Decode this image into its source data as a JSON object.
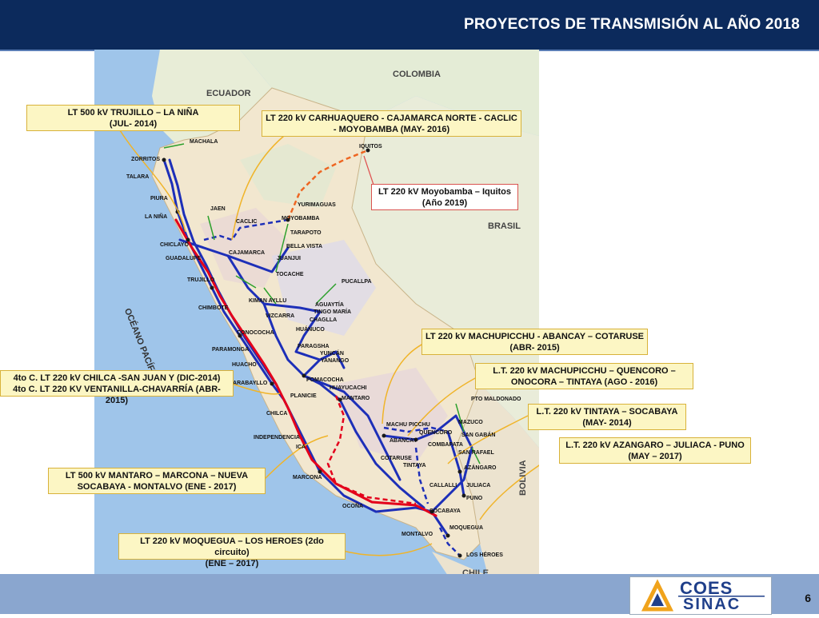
{
  "header": {
    "title": "PROYECTOS DE TRANSMISIÓN AL AÑO 2018"
  },
  "page_number": "6",
  "logo": {
    "line1": "COES",
    "line2": "SINAC"
  },
  "countries": {
    "colombia": "COLOMBIA",
    "ecuador": "ECUADOR",
    "brasil": "BRASIL",
    "bolivia": "BOLIVIA",
    "chile": "CHILE",
    "ocean": "OCÉANO PACÍFICO"
  },
  "callouts": {
    "trujillo_nina": {
      "line1": "LT 500 kV TRUJILLO – LA NIÑA",
      "line2": "(JUL- 2014)"
    },
    "carhuaquero": {
      "line1": "LT 220 kV CARHUAQUERO - CAJAMARCA NORTE - CACLIC",
      "line2": "- MOYOBAMBA  (MAY- 2016)"
    },
    "moyobamba_iquitos": {
      "line1": "LT 220 kV Moyobamba – Iquitos",
      "line2": "(Año 2019)"
    },
    "machupicchu_abancay": {
      "line1": "LT 220 kV MACHUPICCHU - ABANCAY – COTARUSE",
      "line2": "(ABR- 2015)"
    },
    "machupicchu_quencoro": {
      "line1": "L.T. 220 kV MACHUPICCHU – QUENCORO –",
      "line2": "ONOCORA – TINTAYA (AGO - 2016)"
    },
    "tintaya_socabaya": {
      "line1": "L.T. 220 kV TINTAYA – SOCABAYA",
      "line2": "(MAY- 2014)"
    },
    "azangaro": {
      "line1": "L.T. 220 kV AZANGARO – JULIACA - PUNO",
      "line2": "(MAY – 2017)"
    },
    "chilca": {
      "line1": "4to C. LT  220 kV CHILCA -SAN JUAN Y (DIC-2014)",
      "line2": "4to C. LT 220 KV VENTANILLA-CHAVARRÍA (ABR-2015)"
    },
    "mantaro": {
      "line1": "LT 500 kV MANTARO – MARCONA – NUEVA",
      "line2": "SOCABAYA - MONTALVO (ENE - 2017)"
    },
    "moquegua": {
      "line1": "LT 220 kV MOQUEGUA – LOS HEROES (2do circuito)",
      "line2": "(ENE – 2017)"
    }
  },
  "cities": [
    "MACHALA",
    "ZORRITOS",
    "TALARA",
    "PIURA",
    "LA NIÑA",
    "JAEN",
    "CACLIC",
    "MOYOBAMBA",
    "YURIMAGUAS",
    "IQUITOS",
    "TARAPOTO",
    "BELLA VISTA",
    "JUANJUI",
    "CHICLAYO",
    "GUADALUPE",
    "CAJAMARCA",
    "TRUJILLO",
    "TOCACHE",
    "PUCALLPA",
    "CHIMBOTE",
    "KIMAN AYLLU",
    "AGUAYTÍA",
    "TINGO MARÍA",
    "VIZCARRA",
    "CHAGLLA",
    "HUÁNUCO",
    "CONOCOCHA",
    "PARAMONGA",
    "PARAGSHA",
    "YUNCÁN",
    "YANANGO",
    "HUACHO",
    "CARABAYLLO",
    "POMACOCHA",
    "HUAYUCACHI",
    "PLANICIE",
    "MANTARO",
    "CHILCA",
    "INDEPENDENCIA",
    "ICA",
    "MARCONA",
    "OCOÑA",
    "MACHU PICCHU",
    "QUENCORO",
    "ABANCAY",
    "COMBAPATA",
    "COTARUSE",
    "TINTAYA",
    "PTO MALDONADO",
    "MAZUCO",
    "SAN GABÁN",
    "SAN RAFAEL",
    "AZÁNGARO",
    "JULIACA",
    "CALLALLI",
    "PUNO",
    "SOCABAYA",
    "MONTALVO",
    "MOQUEGUA",
    "LOS HÉROES"
  ],
  "colors": {
    "header_bg": "#0c2a5c",
    "footer_bg": "#8aa6cf",
    "line_500kv": "#e3001b",
    "line_220kv": "#1d2fb8",
    "line_small": "#2ca02c",
    "project_dashed": "#ee6622",
    "callout_bg": "#fcf6c4",
    "sea": "#9fc5ea"
  }
}
